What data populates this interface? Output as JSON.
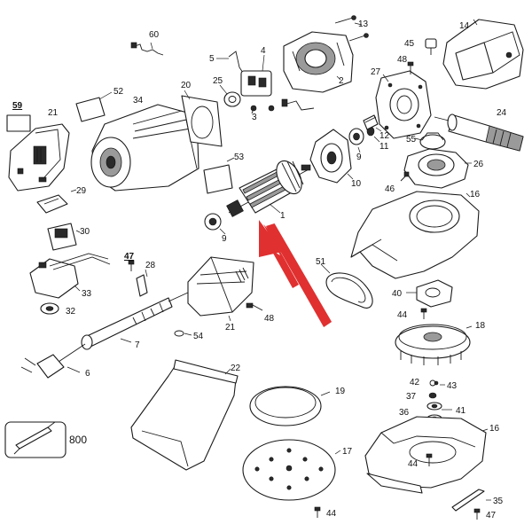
{
  "labels": {
    "p1": "1",
    "p2": "2",
    "p3": "3",
    "p4": "4",
    "p5": "5",
    "p6": "6",
    "p7": "7",
    "p9a": "9",
    "p9b": "9",
    "p10": "10",
    "p11": "11",
    "p12": "12",
    "p13": "13",
    "p14": "14",
    "p16a": "16",
    "p16b": "16",
    "p17": "17",
    "p18": "18",
    "p19": "19",
    "p20": "20",
    "p21a": "21",
    "p21b": "21",
    "p22": "22",
    "p24": "24",
    "p25": "25",
    "p26": "26",
    "p27": "27",
    "p28": "28",
    "p29": "29",
    "p30": "30",
    "p32": "32",
    "p33": "33",
    "p34": "34",
    "p35": "35",
    "p36": "36",
    "p37": "37",
    "p40": "40",
    "p41": "41",
    "p42": "42",
    "p43": "43",
    "p44a": "44",
    "p44b": "44",
    "p44c": "44",
    "p45": "45",
    "p46": "46",
    "p47a": "47",
    "p47b": "47",
    "p48a": "48",
    "p48b": "48",
    "p51": "51",
    "p52": "52",
    "p53": "53",
    "p54": "54",
    "p55": "55",
    "p59": "59",
    "p60": "60",
    "p800": "800"
  },
  "highlight": {
    "arrow_color": "#e03030",
    "target_part": "1"
  }
}
